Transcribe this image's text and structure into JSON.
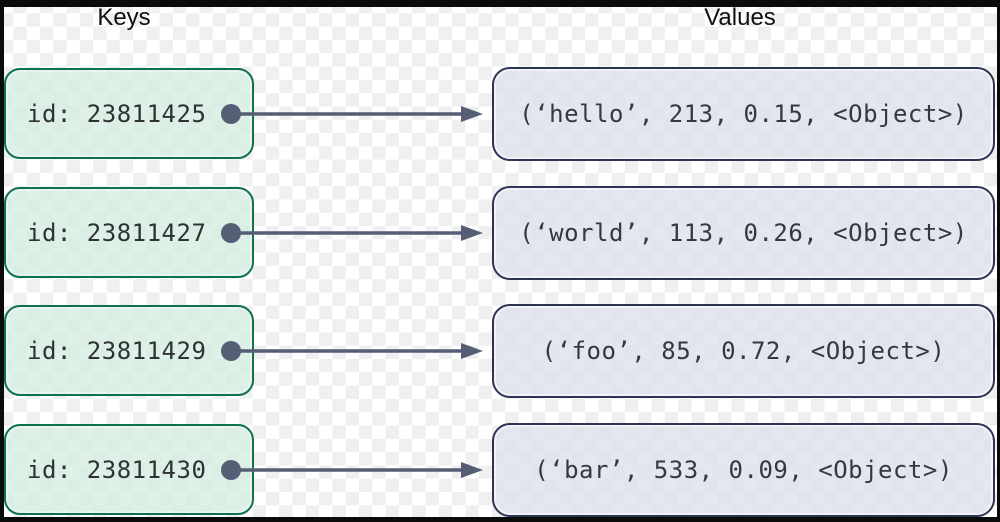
{
  "headers": {
    "keys": "Keys",
    "values": "Values"
  },
  "rows": [
    {
      "key": "id: 23811425",
      "value": "(‘hello’, 213, 0.15, <Object>)"
    },
    {
      "key": "id: 23811427",
      "value": "(‘world’, 113, 0.26, <Object>)"
    },
    {
      "key": "id: 23811429",
      "value": "(‘foo’, 85, 0.72, <Object>)"
    },
    {
      "key": "id: 23811430",
      "value": "(‘bar’, 533, 0.09, <Object>)"
    }
  ],
  "icons": {
    "connector": "arrow-right-icon",
    "origin": "origin-dot-icon"
  },
  "colors": {
    "key_box_border": "#0e7150",
    "key_box_fill": "#d5eee1",
    "value_box_border": "#2d3554",
    "value_box_fill": "#dde1ec",
    "arrow": "#565e76",
    "checker_gray": "#efefef",
    "frame": "#0b0b0b",
    "key_text": "#2e3237",
    "value_text": "#34383f",
    "header_text": "#101010"
  }
}
